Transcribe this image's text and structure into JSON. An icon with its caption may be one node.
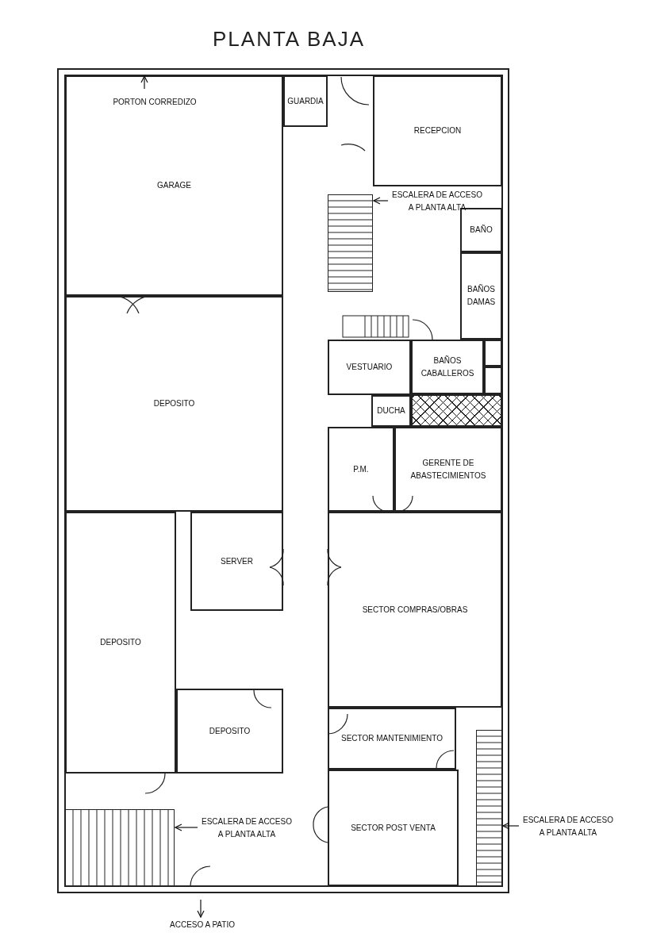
{
  "diagram": {
    "title": "PLANTA BAJA",
    "nodes": [
      {
        "text": [
          "GUARDIA"
        ]
      },
      {
        "text": [
          "RECEPCION"
        ]
      },
      {
        "text": [
          "GARAGE"
        ]
      },
      {
        "text": [
          "BAÑO"
        ]
      },
      {
        "text": [
          "BAÑOS DAMAS"
        ]
      },
      {
        "text": [
          "DEPOSITO"
        ]
      },
      {
        "text": [
          "VESTUARIO"
        ]
      },
      {
        "text": [
          "BAÑOS CABALLEROS"
        ]
      },
      {
        "text": [
          "DUCHA"
        ]
      },
      {
        "text": [
          "P.M."
        ]
      },
      {
        "text": [
          "GERENTE DE ABASTECIMIENTOS"
        ]
      },
      {
        "text": [
          "SERVER"
        ]
      },
      {
        "text": [
          "SECTOR COMPRAS/OBRAS"
        ]
      },
      {
        "text": [
          "DEPOSITO"
        ]
      },
      {
        "text": [
          "DEPOSITO"
        ]
      },
      {
        "text": [
          "SECTOR MANTENIMIENTO"
        ]
      },
      {
        "text": [
          "SECTOR POST VENTA"
        ]
      },
      {
        "text": [
          "ESCALERA DE ACCESO A PLANTA ALTA"
        ]
      },
      {
        "text": [],
        "shape": "stairs"
      },
      {
        "text": [
          "ESCALERA DE ACCESO A PLANTA ALTA"
        ]
      },
      {
        "text": [],
        "shape": "stairs"
      },
      {
        "text": [
          "ESCALERA DE ACCESO A PLANTA ALTA"
        ]
      },
      {
        "text": [],
        "shape": "stairs"
      },
      {
        "text": [],
        "shape": "box"
      }
    ],
    "edges": [
      {
        "from": 17,
        "to": 18,
        "arrow": "to"
      },
      {
        "from": 19,
        "to": 20,
        "arrow": "to"
      },
      {
        "from": 21,
        "to": 22,
        "arrow": "to"
      }
    ],
    "labels": [
      "PORTON CORREDIZO",
      "ACCESO A PATIO"
    ]
  }
}
